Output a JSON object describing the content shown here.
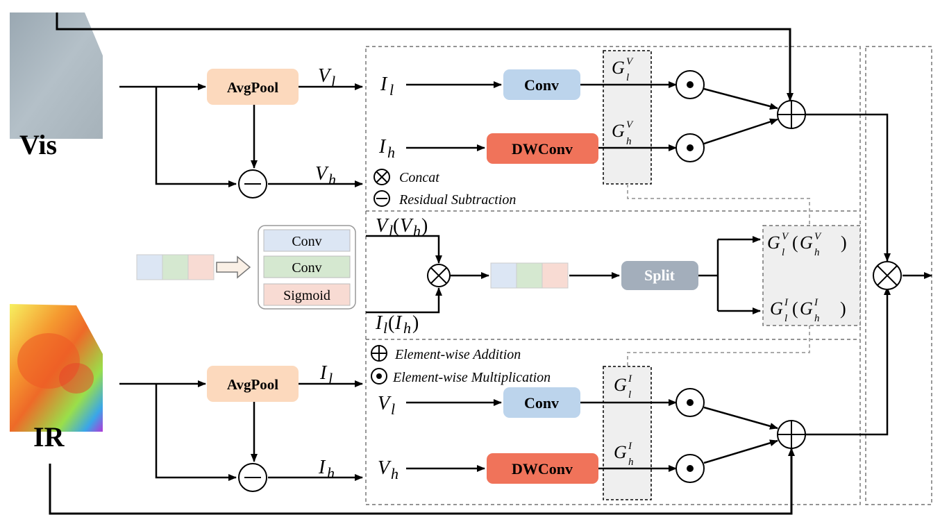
{
  "inputs": {
    "vis_label": "Vis",
    "ir_label": "IR"
  },
  "blocks": {
    "avgpool": "AvgPool",
    "conv": "Conv",
    "dwconv": "DWConv",
    "split": "Split",
    "gate_conv1": "Conv",
    "gate_conv2": "Conv",
    "gate_sigmoid": "Sigmoid"
  },
  "symbols": {
    "V_sym": "V",
    "I_sym": "I",
    "G_sym": "G",
    "sub_l": "l",
    "sub_h": "h",
    "sup_V": "V",
    "sup_I": "I",
    "open_paren": "(",
    "close_paren": ")"
  },
  "legend": {
    "concat": "Concat",
    "residual": "Residual Subtraction",
    "addition": "Element-wise Addition",
    "multiplication": "Element-wise Multiplication"
  },
  "colors": {
    "avgpool": "#fcd9bd",
    "conv": "#bcd4ec",
    "dwconv": "#f0735a",
    "split": "#a3aebb",
    "gate_conv1": "#dce6f4",
    "gate_conv2": "#d5e8d0",
    "gate_sigmoid": "#f8dbd3",
    "gate_panel": "#efefef",
    "line": "#000000",
    "dash": "#555555"
  }
}
